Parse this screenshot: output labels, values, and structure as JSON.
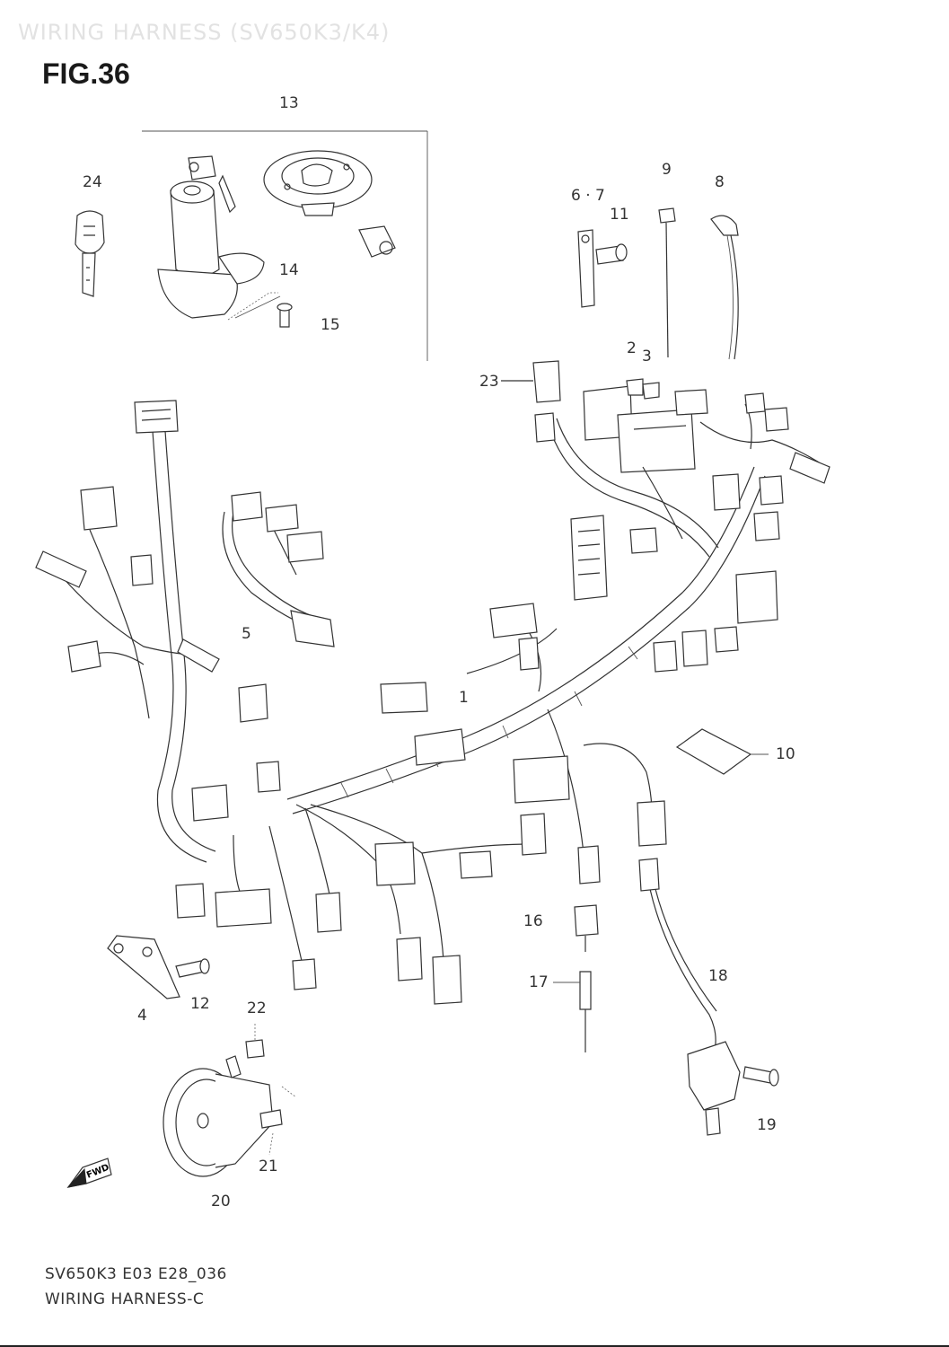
{
  "ghost_title": "WIRING HARNESS (SV650K3/K4)",
  "figure_title": "FIG.36",
  "callouts": {
    "c1": "1",
    "c2": "2",
    "c3": "3",
    "c4": "4",
    "c5": "5",
    "c67": "6 · 7",
    "c8": "8",
    "c9": "9",
    "c10": "10",
    "c11": "11",
    "c12": "12",
    "c13": "13",
    "c14": "14",
    "c15": "15",
    "c16": "16",
    "c17": "17",
    "c18": "18",
    "c19": "19",
    "c20": "20",
    "c21": "21",
    "c22": "22",
    "c23": "23",
    "c24": "24"
  },
  "fwd_label": "FWD",
  "footer": {
    "code": "SV650K3 E03 E28_036",
    "name": "WIRING HARNESS-C"
  }
}
